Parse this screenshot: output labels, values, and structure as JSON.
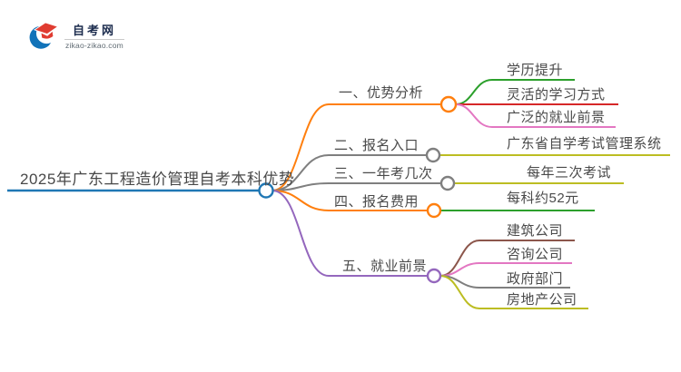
{
  "logo": {
    "title": "自考网",
    "domain": "zikao-zikao.com",
    "icon_blue": "#1273b9",
    "icon_red": "#e03c31"
  },
  "colors": {
    "root_blue": "#1f77b4",
    "orange": "#ff7f0e",
    "green": "#2ca02c",
    "red": "#d62728",
    "purple": "#9467bd",
    "brown": "#8c564b",
    "pink": "#e377c2",
    "gray": "#7f7f7f",
    "olive": "#bcbd22",
    "text": "#4a4a4a"
  },
  "mindmap": {
    "root": {
      "label": "2025年广东工程造价管理自考本科优势"
    },
    "branches": [
      {
        "label": "一、优势分析",
        "children": [
          {
            "label": "学历提升"
          },
          {
            "label": "灵活的学习方式"
          },
          {
            "label": "广泛的就业前景"
          }
        ]
      },
      {
        "label": "二、报名入口",
        "children": [
          {
            "label": "广东省自学考试管理系统"
          }
        ]
      },
      {
        "label": "三、一年考几次",
        "children": [
          {
            "label": "每年三次考试"
          }
        ]
      },
      {
        "label": "四、报名费用",
        "children": [
          {
            "label": "每科约52元"
          }
        ]
      },
      {
        "label": "五、就业前景",
        "children": [
          {
            "label": "建筑公司"
          },
          {
            "label": "咨询公司"
          },
          {
            "label": "政府部门"
          },
          {
            "label": "房地产公司"
          }
        ]
      }
    ]
  }
}
